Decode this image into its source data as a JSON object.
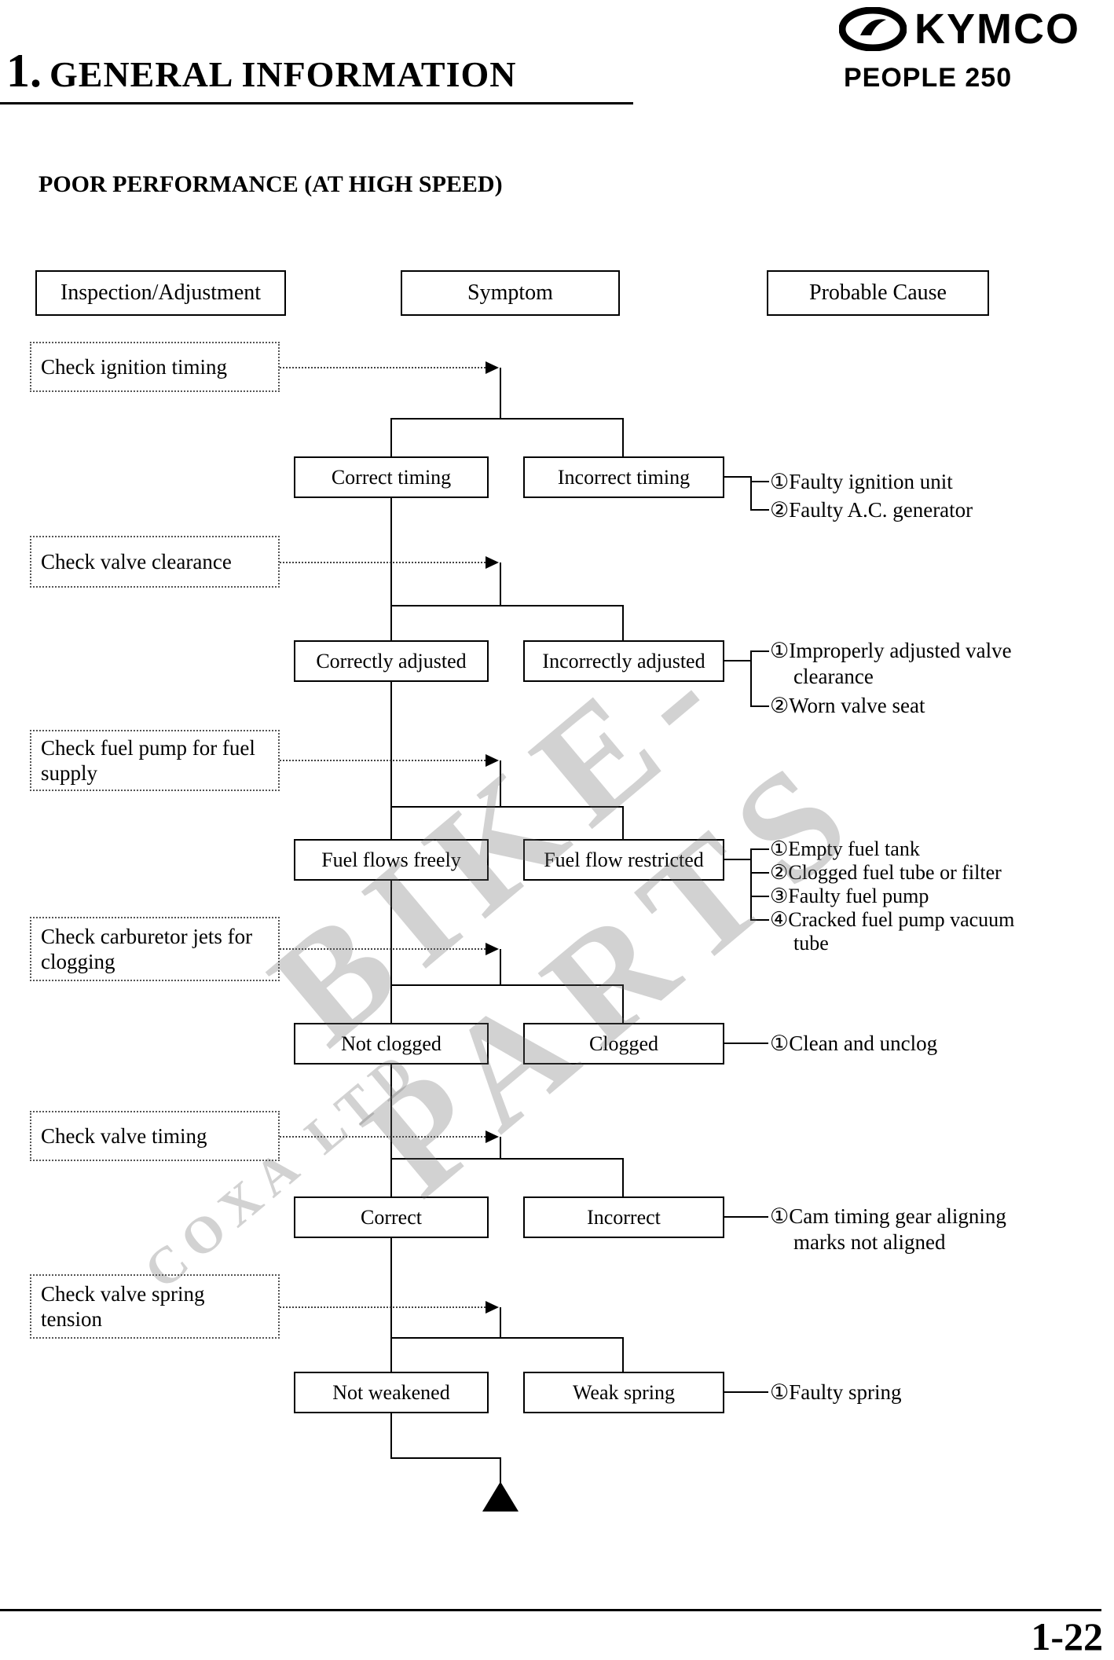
{
  "brand": {
    "name": "KYMCO",
    "model": "PEOPLE 250"
  },
  "header": {
    "chapter_number": "1.",
    "chapter_title": "GENERAL INFORMATION"
  },
  "page": {
    "section_title": "POOR PERFORMANCE (AT HIGH SPEED)",
    "page_number": "1-22"
  },
  "watermark": {
    "line1": "BIKE-PARTS",
    "line2": "COXA LTD"
  },
  "flowchart": {
    "columns": [
      "Inspection/Adjustment",
      "Symptom",
      "Probable Cause"
    ],
    "sections": [
      {
        "check": "Check ignition timing",
        "ok": "Correct timing",
        "bad": "Incorrect timing",
        "causes": [
          "①Faulty ignition unit",
          "②Faulty A.C. generator"
        ]
      },
      {
        "check": "Check valve clearance",
        "ok": "Correctly adjusted",
        "bad": "Incorrectly adjusted",
        "causes": [
          "①Improperly adjusted valve\nclearance",
          "②Worn valve seat"
        ]
      },
      {
        "check": "Check fuel pump for fuel supply",
        "ok": "Fuel flows freely",
        "bad": "Fuel flow restricted",
        "causes": [
          "①Empty fuel tank",
          "②Clogged fuel tube or filter",
          "③Faulty fuel pump",
          "④Cracked fuel pump vacuum\ntube"
        ]
      },
      {
        "check": "Check carburetor jets for clogging",
        "ok": "Not clogged",
        "bad": "Clogged",
        "causes": [
          "①Clean and unclog"
        ]
      },
      {
        "check": "Check valve timing",
        "ok": "Correct",
        "bad": "Incorrect",
        "causes": [
          "①Cam timing gear aligning\nmarks not aligned"
        ]
      },
      {
        "check": "Check valve spring tension",
        "ok": "Not weakened",
        "bad": "Weak spring",
        "causes": [
          "①Faulty spring"
        ]
      }
    ]
  }
}
